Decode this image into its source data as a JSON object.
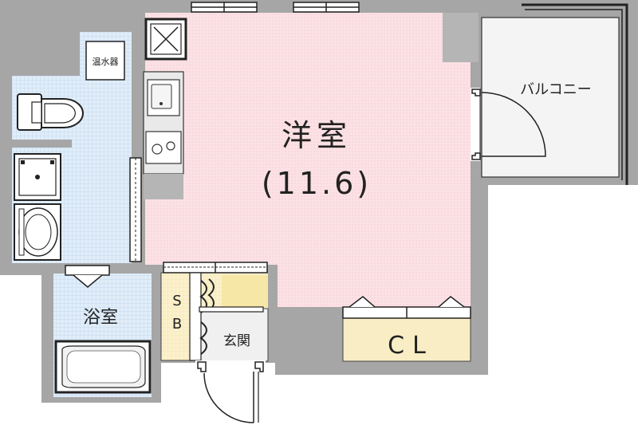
{
  "rooms": {
    "main_room": {
      "name": "洋室",
      "size": "(11.6)"
    },
    "balcony": {
      "name": "バルコニー"
    },
    "bathroom": {
      "name": "浴室"
    },
    "entrance": {
      "name": "玄関"
    },
    "closet": {
      "name": "CL"
    },
    "shoe_box": {
      "line1": "S",
      "line2": "B"
    }
  },
  "fixtures": {
    "water_heater": {
      "name": "温水器"
    }
  },
  "colors": {
    "main_room_fill": "#fadbe0",
    "wet_area_fill": "#dbe9f6",
    "storage_fill": "#f8edc4",
    "wall_fill": "#a6a6a6",
    "balcony_fill": "#f3f3f3"
  }
}
